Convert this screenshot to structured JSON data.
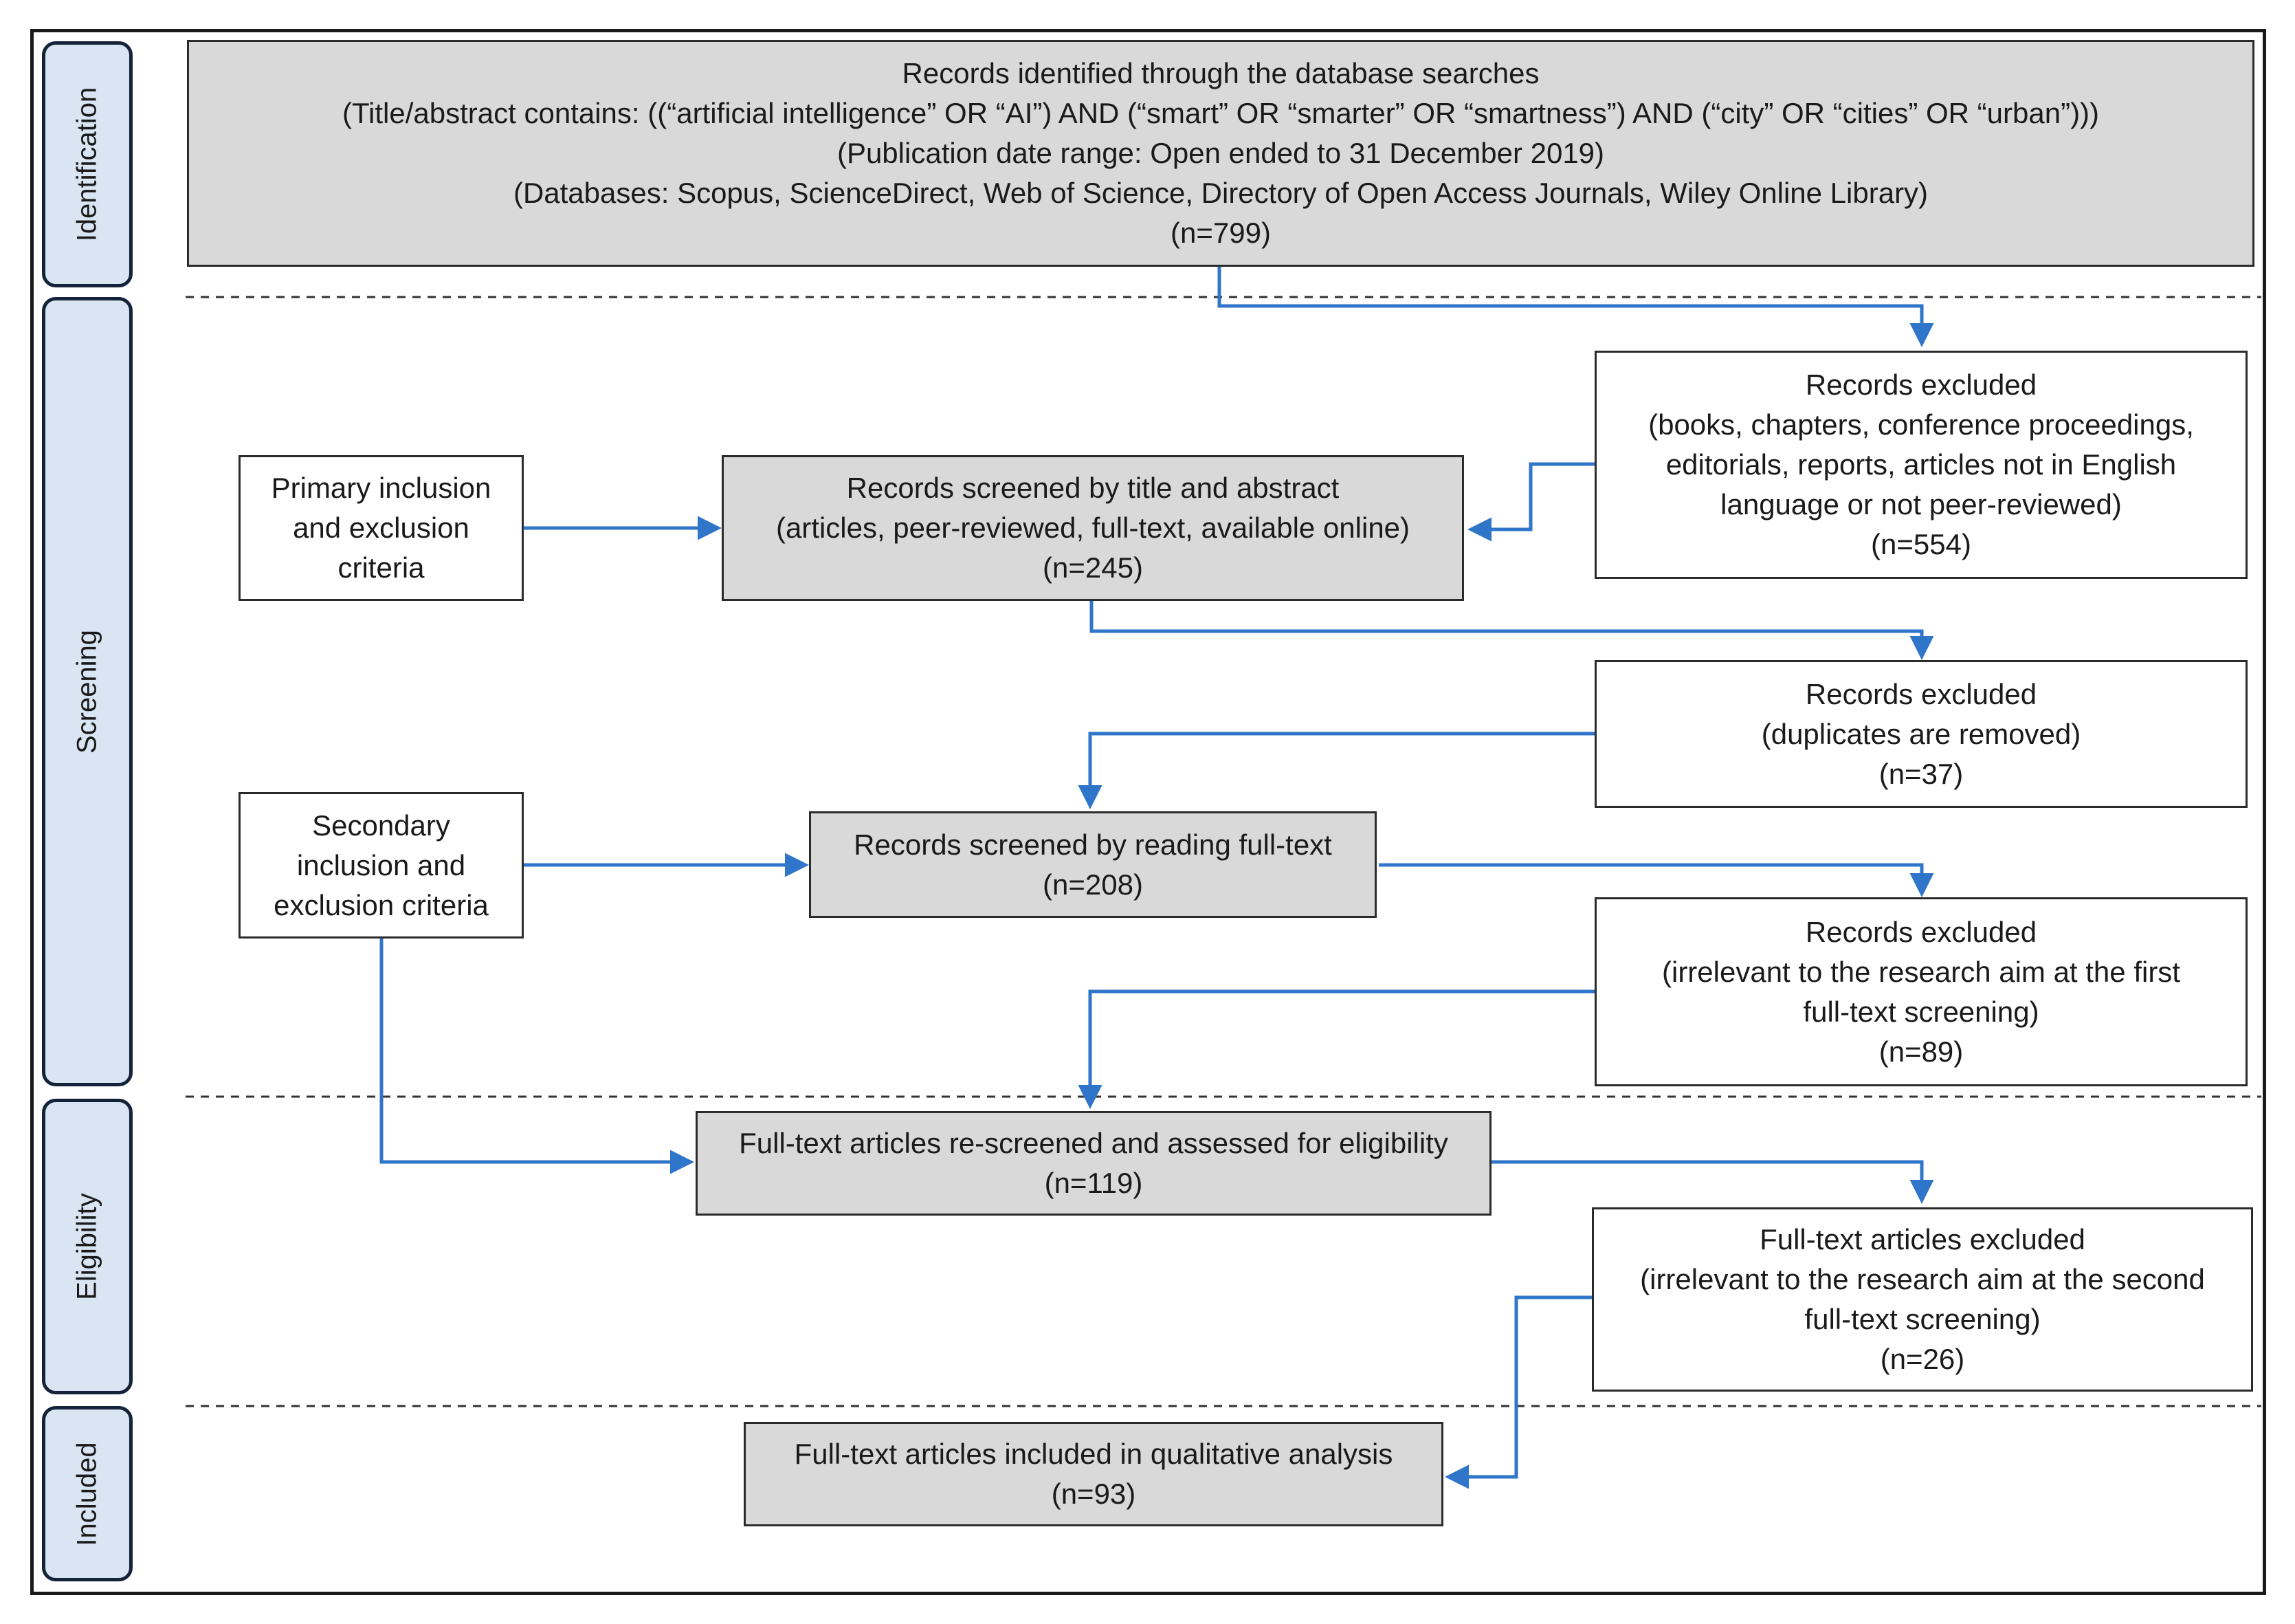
{
  "phases": {
    "identification": "Identification",
    "screening": "Screening",
    "eligibility": "Eligibility",
    "included": "Included"
  },
  "boxes": {
    "identified": {
      "title": "Records identified through the database searches",
      "query": "(Title/abstract contains: ((“artificial intelligence” OR “AI”) AND (“smart” OR “smarter” OR “smartness”) AND (“city” OR “cities” OR “urban”)))",
      "date_range": "(Publication date range: Open ended to 31 December 2019)",
      "databases": "(Databases: Scopus, ScienceDirect, Web of Science, Directory of Open Access Journals, Wiley Online Library)",
      "count": "(n=799)"
    },
    "excluded_1": {
      "title": "Records excluded",
      "line1": "(books, chapters, conference proceedings,",
      "line2": "editorials, reports, articles not in English",
      "line3": "language or not peer-reviewed)",
      "count": "(n=554)"
    },
    "primary_criteria": {
      "line1": "Primary inclusion",
      "line2": "and exclusion",
      "line3": "criteria"
    },
    "screened_title": {
      "title": "Records screened by title and abstract",
      "detail": "(articles, peer-reviewed, full-text, available online)",
      "count": "(n=245)"
    },
    "excluded_2": {
      "title": "Records excluded",
      "detail": "(duplicates are removed)",
      "count": "(n=37)"
    },
    "secondary_criteria": {
      "line1": "Secondary",
      "line2": "inclusion and",
      "line3": "exclusion criteria"
    },
    "screened_fulltext": {
      "title": "Records screened by reading full-text",
      "count": "(n=208)"
    },
    "excluded_3": {
      "title": "Records excluded",
      "line1": "(irrelevant to the research aim at the first",
      "line2": "full-text screening)",
      "count": "(n=89)"
    },
    "rescreened": {
      "title": "Full-text articles re-screened and assessed for eligibility",
      "count": "(n=119)"
    },
    "excluded_4": {
      "title": "Full-text articles excluded",
      "line1": "(irrelevant to the research aim at the second",
      "line2": "full-text screening)",
      "count": "(n=26)"
    },
    "included": {
      "title": "Full-text articles included in qualitative analysis",
      "count": "(n=93)"
    }
  },
  "colors": {
    "arrow": "#2f75c9",
    "box_fill": "#d9d9d9",
    "phase_fill": "#d9e5f3",
    "phase_border": "#14233a"
  }
}
